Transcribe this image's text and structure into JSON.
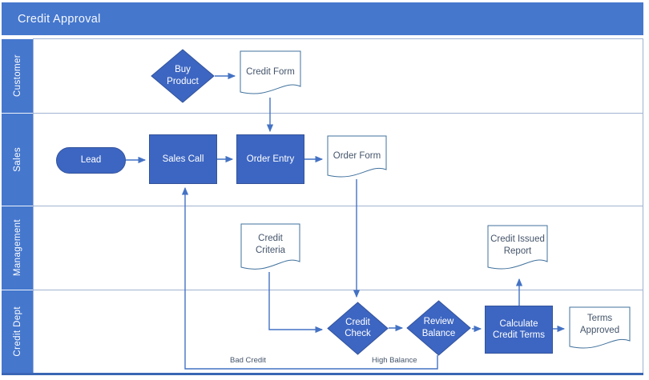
{
  "title": "Credit Approval",
  "colors": {
    "header_blue": "#4577cd",
    "shape_blue": "#3d66c2",
    "shape_border": "#33539b",
    "document_border": "#41719c",
    "document_text": "#44546a",
    "connector_blue": "#4472c4",
    "lane_line": "#a0b2d2",
    "bottom_bar": "#3a66b5"
  },
  "lanes": [
    {
      "label": "Customer"
    },
    {
      "label": "Sales"
    },
    {
      "label": "Management"
    },
    {
      "label": "Credit Dept"
    }
  ],
  "nodes": {
    "buy_product": {
      "type": "decision",
      "label": "Buy\nProduct",
      "lane": "Customer"
    },
    "credit_form": {
      "type": "document",
      "label": "Credit Form",
      "lane": "Customer"
    },
    "lead": {
      "type": "start",
      "label": "Lead",
      "lane": "Sales"
    },
    "sales_call": {
      "type": "process",
      "label": "Sales Call",
      "lane": "Sales"
    },
    "order_entry": {
      "type": "process",
      "label": "Order Entry",
      "lane": "Sales"
    },
    "order_form": {
      "type": "document",
      "label": "Order Form",
      "lane": "Sales"
    },
    "credit_criteria": {
      "type": "document",
      "label": "Credit\nCriteria",
      "lane": "Management"
    },
    "credit_issued_report": {
      "type": "document",
      "label": "Credit Issued\nReport",
      "lane": "Management"
    },
    "credit_check": {
      "type": "decision",
      "label": "Credit\nCheck",
      "lane": "Credit Dept"
    },
    "review_balance": {
      "type": "decision",
      "label": "Review\nBalance",
      "lane": "Credit Dept"
    },
    "calculate_credit_terms": {
      "type": "process",
      "label": "Calculate\nCredit Terms",
      "lane": "Credit Dept"
    },
    "terms_approved": {
      "type": "document",
      "label": "Terms\nApproved",
      "lane": "Credit Dept"
    }
  },
  "edges": [
    {
      "from": "buy_product",
      "to": "credit_form",
      "label": ""
    },
    {
      "from": "credit_form",
      "to": "order_entry",
      "label": ""
    },
    {
      "from": "lead",
      "to": "sales_call",
      "label": ""
    },
    {
      "from": "sales_call",
      "to": "order_entry",
      "label": ""
    },
    {
      "from": "order_entry",
      "to": "order_form",
      "label": ""
    },
    {
      "from": "order_form",
      "to": "credit_check",
      "label": ""
    },
    {
      "from": "credit_criteria",
      "to": "credit_check",
      "label": ""
    },
    {
      "from": "credit_check",
      "to": "review_balance",
      "label": ""
    },
    {
      "from": "review_balance",
      "to": "calculate_credit_terms",
      "label": ""
    },
    {
      "from": "calculate_credit_terms",
      "to": "terms_approved",
      "label": ""
    },
    {
      "from": "calculate_credit_terms",
      "to": "credit_issued_report",
      "label": ""
    },
    {
      "from": "credit_check",
      "to": "sales_call",
      "label": "Bad Credit"
    },
    {
      "from": "review_balance",
      "to": "sales_call",
      "label": "High Balance"
    }
  ],
  "connector_labels": {
    "bad_credit": "Bad Credit",
    "high_balance": "High Balance"
  }
}
